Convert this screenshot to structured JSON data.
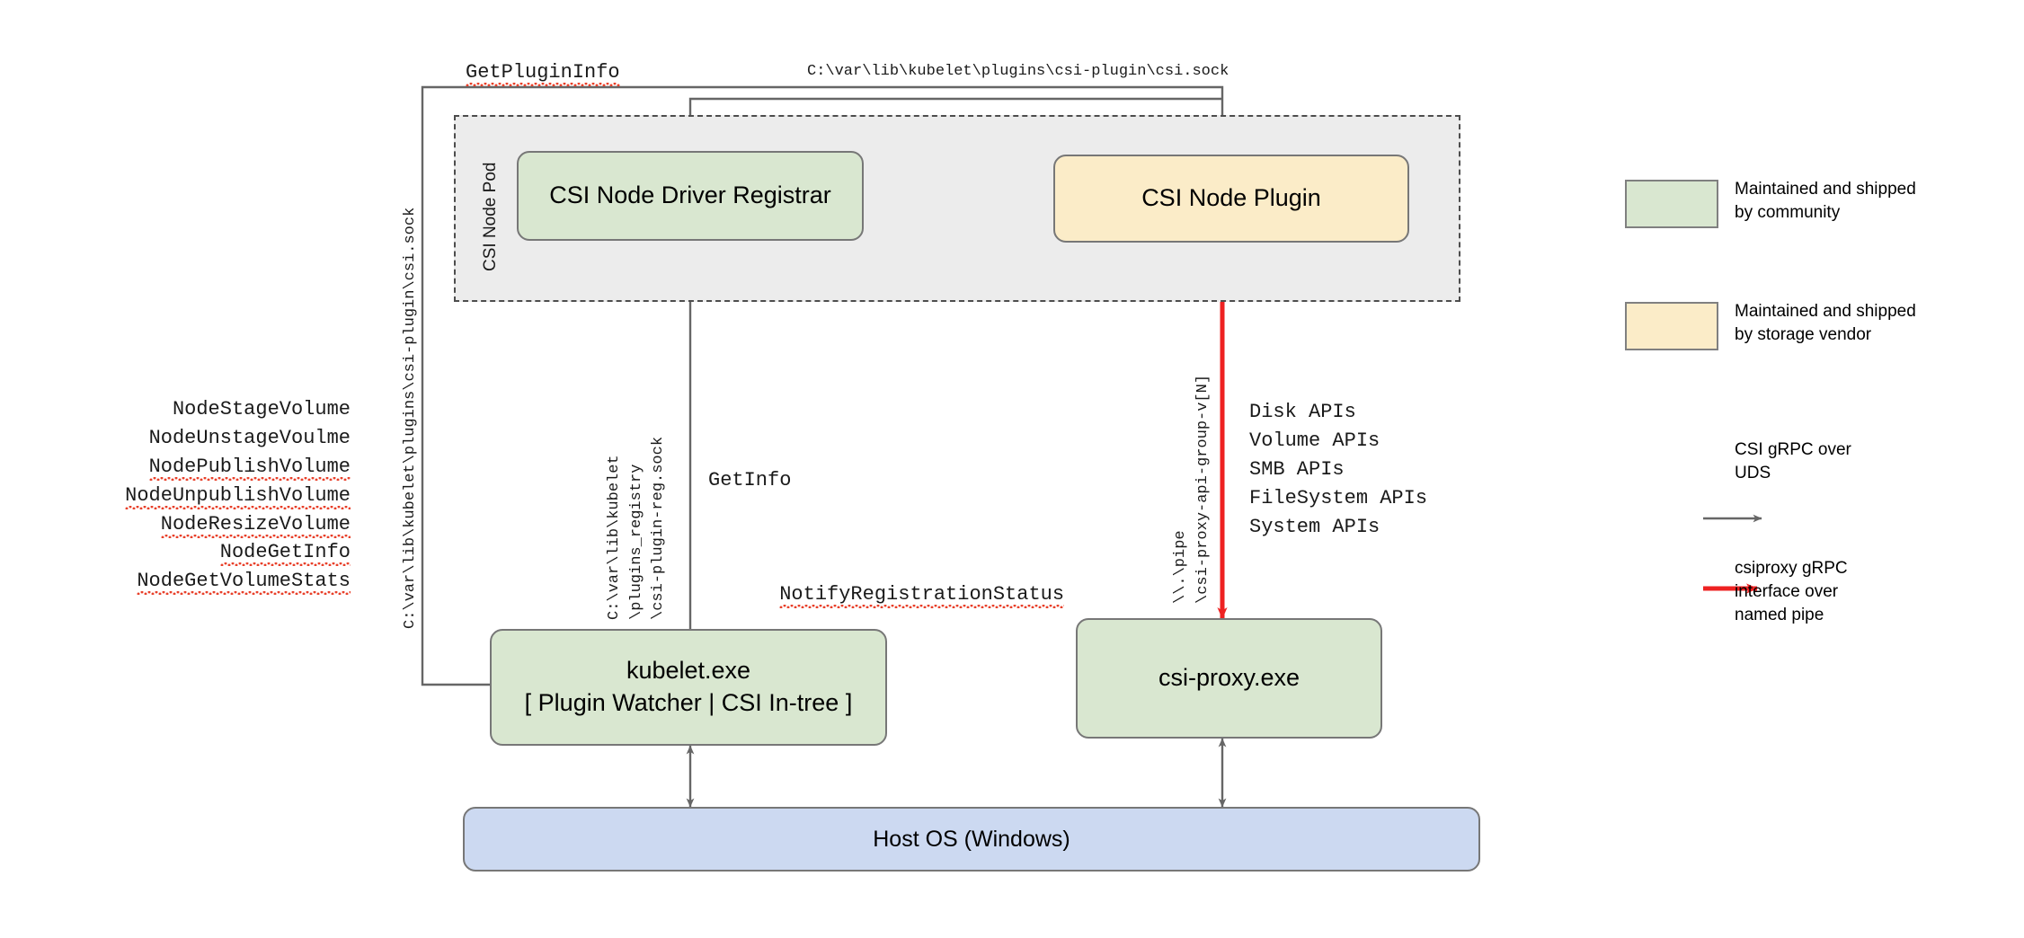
{
  "diagram": {
    "title": "CSI Proxy on Windows architecture",
    "colors": {
      "community_green": "#d9e7d0",
      "vendor_yellow": "#fbecc8",
      "host_blue": "#ccd9f1",
      "pod_gray": "#ececec",
      "edge_gray": "#666666",
      "edge_red": "#ee2222",
      "spellcheck_red": "#e8402a"
    },
    "pod": {
      "label": "CSI Node Pod"
    },
    "nodes": {
      "registrar": "CSI Node Driver Registrar",
      "node_plugin": "CSI Node Plugin",
      "kubelet_line1": "kubelet.exe",
      "kubelet_line2": "[ Plugin Watcher | CSI In-tree ]",
      "csi_proxy": "csi-proxy.exe",
      "host_os": "Host OS (Windows)"
    },
    "edge_labels": {
      "get_plugin_info": "GetPluginInfo",
      "csi_sock_path_top": "C:\\var\\lib\\kubelet\\plugins\\csi-plugin\\csi.sock",
      "csi_sock_path_vertical": "C:\\var\\lib\\kubelet\\plugins\\csi-plugin\\csi.sock",
      "registry_sock_vertical": [
        "C:\\var\\lib\\kubelet",
        "\\plugins_registry",
        "\\csi-plugin-reg.sock"
      ],
      "named_pipe_vertical": [
        "\\\\.\\pipe",
        "\\csi-proxy-api-group-v[N]"
      ],
      "get_info": "GetInfo",
      "notify_registration_status": "NotifyRegistrationStatus"
    },
    "node_service_apis": [
      {
        "name": "NodeStageVolume",
        "spellcheck": false
      },
      {
        "name": "NodeUnstageVoulme",
        "spellcheck": false
      },
      {
        "name": "NodePublishVolume",
        "spellcheck": true
      },
      {
        "name": "NodeUnpublishVolume",
        "spellcheck": true
      },
      {
        "name": "NodeResizeVolume",
        "spellcheck": true
      },
      {
        "name": "NodeGetInfo",
        "spellcheck": true
      },
      {
        "name": "NodeGetVolumeStats",
        "spellcheck": true
      }
    ],
    "csi_proxy_apis": [
      "Disk APIs",
      "Volume APIs",
      "SMB APIs",
      "FileSystem APIs",
      "System APIs"
    ],
    "legend": {
      "items": [
        {
          "kind": "swatch",
          "color": "#d9e7d0",
          "label": "Maintained and shipped\nby community"
        },
        {
          "kind": "swatch",
          "color": "#fbecc8",
          "label": "Maintained and shipped\nby storage vendor"
        },
        {
          "kind": "arrow",
          "color": "#666666",
          "label": "CSI gRPC over\nUDS"
        },
        {
          "kind": "arrow",
          "color": "#ee2222",
          "label": "csiproxy gRPC\ninterface over\nnamed pipe"
        }
      ]
    }
  }
}
